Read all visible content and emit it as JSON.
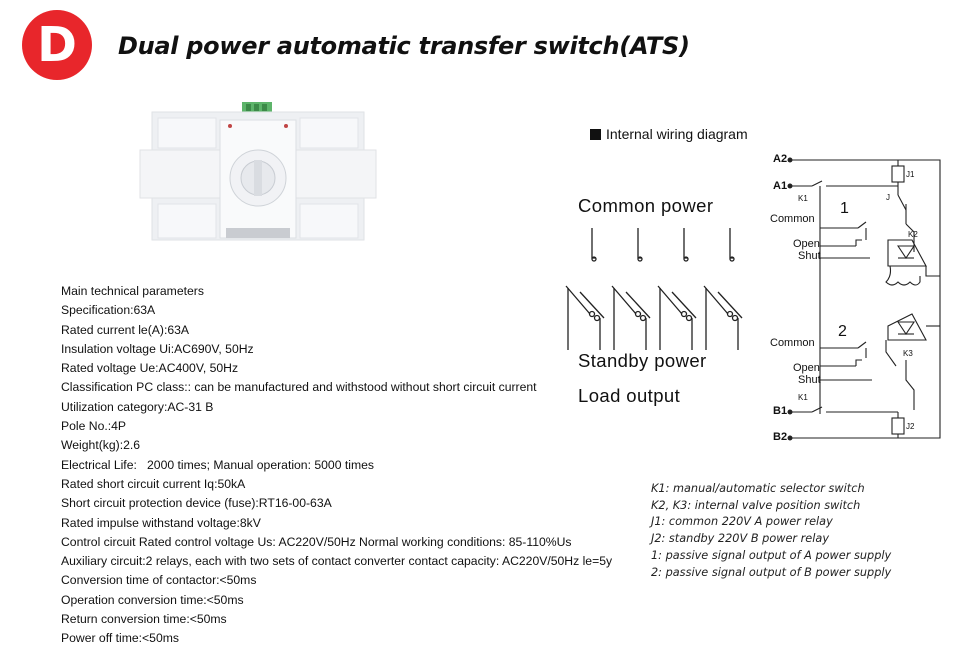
{
  "badge": {
    "letter": "D",
    "color": "#e8262b"
  },
  "title": "Dual power automatic transfer switch(ATS)",
  "parameters": [
    "Main technical parameters",
    "Specification:63A",
    "Rated current le(A):63A",
    "Insulation voltage Ui:AC690V, 50Hz",
    "Rated voltage Ue:AC400V, 50Hz",
    "Classification PC class:: can be manufactured and withstood without short circuit current",
    "Utilization category:AC-31 B",
    "Pole No.:4P",
    "Weight(kg):2.6",
    "Electrical Life:   2000 times; Manual operation: 5000 times",
    "Rated short circuit current Iq:50kA",
    "Short circuit protection device (fuse):RT16-00-63A",
    "Rated impulse withstand voltage:8kV",
    "Control circuit Rated control voltage Us: AC220V/50Hz Normal working conditions: 85-110%Us",
    "Auxiliary circuit:2 relays, each with two sets of contact converter contact capacity: AC220V/50Hz le=5y",
    "Conversion time of contactor:<50ms",
    "Operation conversion time:<50ms",
    "Return conversion time:<50ms",
    "Power off time:<50ms"
  ],
  "wiring": {
    "title": "Internal wiring diagram",
    "common_power": "Common power",
    "standby_power": "Standby power",
    "load_output": "Load output"
  },
  "schematic": {
    "a2": "A2",
    "a1": "A1",
    "k1_top": "K1",
    "j1": "J1",
    "j": "J",
    "common_1": "Common",
    "num_1": "1",
    "open_1": "Open",
    "shut_1": "Shut",
    "k2": "K2",
    "common_2": "Common",
    "num_2": "2",
    "open_2": "Open",
    "shut_2": "Shut",
    "k3": "K3",
    "k1_bottom": "K1",
    "b1": "B1",
    "b2": "B2",
    "j2": "J2"
  },
  "legend": [
    "K1: manual/automatic selector switch",
    "K2, K3: internal valve position switch",
    "J1: common 220V A power relay",
    "J2: standby 220V B power relay",
    "1: passive signal output of A power supply",
    "2: passive signal output of B power supply"
  ]
}
